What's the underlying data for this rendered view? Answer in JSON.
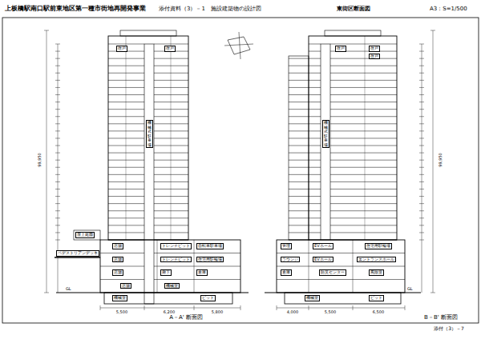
{
  "diagram": {
    "title": "上板橋駅南口駅前東地区第一種市街地再開発事業",
    "nodes": [
      {
        "text": [
          "住戸"
        ]
      },
      {
        "text": [
          "住戸"
        ]
      },
      {
        "text": [
          "住戸"
        ]
      },
      {
        "text": [
          "住戸"
        ]
      },
      {
        "text": [
          "住戸"
        ]
      },
      {
        "text": [
          "機械式駐車場"
        ]
      },
      {
        "text": [
          "機械式駐車場"
        ]
      },
      {
        "text": [
          "屋上庭園"
        ]
      },
      {
        "text": [
          "ペデストリアンデッキ"
        ]
      },
      {
        "text": [
          "店舗"
        ]
      },
      {
        "text": [
          "トレンチピット"
        ]
      },
      {
        "text": [
          "自転車駐車場"
        ]
      },
      {
        "text": [
          "店舗"
        ]
      },
      {
        "text": [
          "トレンチピット"
        ]
      },
      {
        "text": [
          "住宅用駐輪場"
        ]
      },
      {
        "text": [
          "店舗"
        ]
      },
      {
        "text": [
          "廊下"
        ]
      },
      {
        "text": [
          "倉庫"
        ]
      },
      {
        "text": [
          "店舗"
        ]
      },
      {
        "text": [
          "機械室"
        ]
      },
      {
        "text": [
          "機械室"
        ]
      },
      {
        "text": [
          "ピット"
        ]
      },
      {
        "text": [
          "管理"
        ]
      },
      {
        "text": [
          "EVホール"
        ]
      },
      {
        "text": [
          "住宅用駐輪場"
        ]
      },
      {
        "text": [
          "ラウンジ"
        ]
      },
      {
        "text": [
          "EVホール"
        ]
      },
      {
        "text": [
          "エントランスホール"
        ]
      },
      {
        "text": [
          "倉庫"
        ]
      },
      {
        "text": [
          "防災センター"
        ]
      },
      {
        "text": [
          "風除室"
        ]
      },
      {
        "text": [
          "機械室"
        ]
      },
      {
        "text": [
          "ピット"
        ]
      }
    ],
    "labels": [
      "添付資料（3）－1　施設建築物の設計図",
      "東街区断面図",
      "A3：S=1/500",
      "A－A' 断面図",
      "B－B' 断面図",
      "添付（3）－7",
      "GL",
      "GL",
      "99,950",
      "99,950",
      "5,500",
      "6,200",
      "5,800",
      "4,000",
      "5,500",
      "6,500"
    ]
  }
}
